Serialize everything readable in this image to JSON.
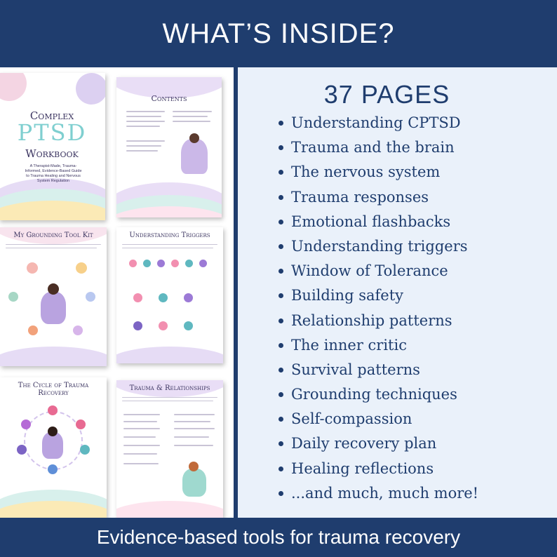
{
  "header": {
    "title": "WHAT’S INSIDE?"
  },
  "footer": {
    "tagline": "Evidence-based tools for trauma recovery"
  },
  "summary": {
    "pages_label": "37 PAGES"
  },
  "contents": [
    "Understanding CPTSD",
    "Trauma and the brain",
    "The nervous system",
    "Trauma responses",
    "Emotional flashbacks",
    "Understanding triggers",
    "Window of Tolerance",
    "Building safety",
    "Relationship patterns",
    "The inner critic",
    "Survival patterns",
    "Grounding techniques",
    "Self-compassion",
    "Daily recovery plan",
    "Healing reflections",
    "...and much, much more!"
  ],
  "previews": {
    "cover": {
      "title_line1": "Complex",
      "title_line2": "PTSD",
      "title_line3": "Workbook",
      "subtitle": "A Therapist-Made, Trauma-Informed, Evidence-Based Guide to Trauma Healing and Nervous System Regulation"
    },
    "contents_page": {
      "title": "Contents"
    },
    "grounding_page": {
      "title": "My Grounding Tool Kit"
    },
    "triggers_page": {
      "title": "Understanding Triggers"
    },
    "cycle_page": {
      "title": "The Cycle of Trauma Recovery"
    },
    "relationships_page": {
      "title": "Trauma & Relationships"
    }
  },
  "colors": {
    "navy": "#1f3d6e",
    "lavender": "#c8b6e8",
    "mint": "#b9e6e0",
    "pink": "#f5c6d8",
    "yellow": "#fbe8a6"
  }
}
